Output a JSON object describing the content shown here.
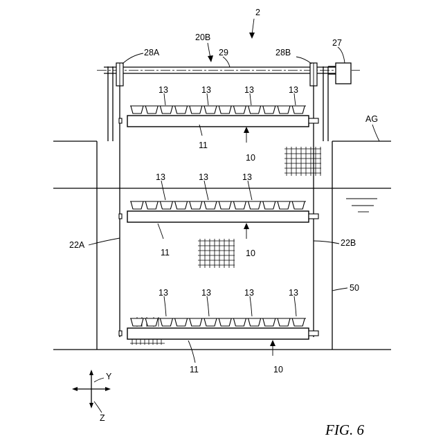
{
  "figure": {
    "caption": "FIG. 6",
    "labels": {
      "device": "2",
      "drive_unit": "20B",
      "shaft": "29",
      "motor": "27",
      "pulley_a": "28A",
      "pulley_b": "28B",
      "ground": "AG",
      "chain_a": "22A",
      "chain_b": "22B",
      "pit": "50",
      "carrier": "10",
      "frame": "11",
      "pot": "13"
    },
    "axes": {
      "y": "Y",
      "z": "Z"
    }
  }
}
